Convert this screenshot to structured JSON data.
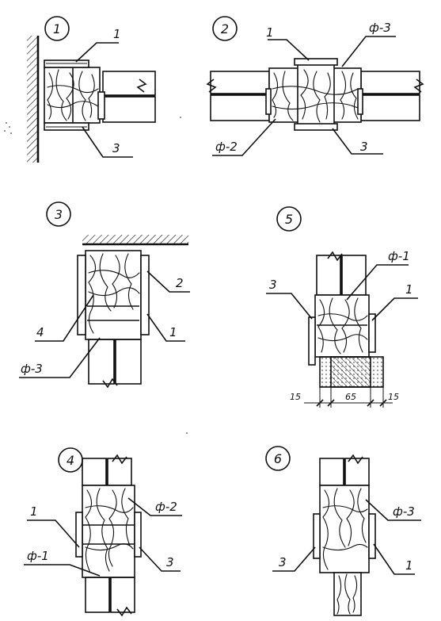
{
  "details": [
    {
      "number": "1",
      "labels": [
        "1",
        "3"
      ]
    },
    {
      "number": "2",
      "labels": [
        "1",
        "ф-3",
        "ф-2",
        "3"
      ]
    },
    {
      "number": "3",
      "labels": [
        "2",
        "4",
        "1",
        "ф-3"
      ]
    },
    {
      "number": "5",
      "labels": [
        "ф-1",
        "3",
        "1"
      ],
      "dimensions": [
        "15",
        "65",
        "15"
      ]
    },
    {
      "number": "4",
      "labels": [
        "1",
        "ф-2",
        "ф-1",
        "3"
      ]
    },
    {
      "number": "6",
      "labels": [
        "ф-3",
        "3",
        "1"
      ]
    }
  ],
  "colors": {
    "ink": "#111111",
    "paper": "#ffffff"
  }
}
